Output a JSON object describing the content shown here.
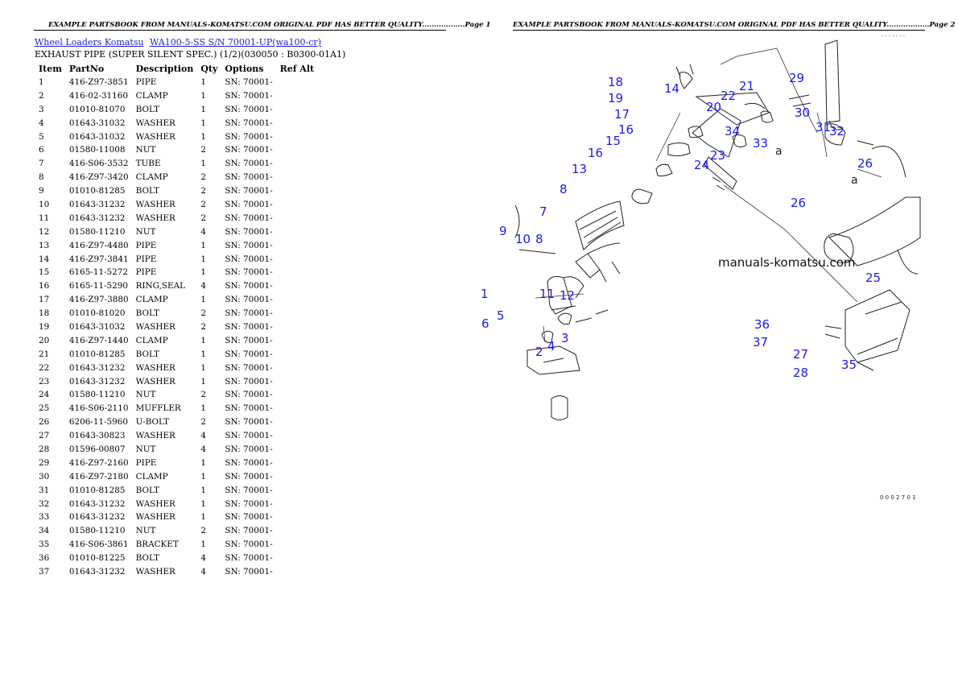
{
  "left_page": {
    "header": "EXAMPLE PARTSBOOK FROM MANUALS-KOMATSU.COM ORIGINAL PDF HAS BETTER QUALITY..................Page 1",
    "breadcrumb": [
      "Wheel Loaders Komatsu",
      "WA100-5-SS S/N 70001-UP(wa100-cr)"
    ],
    "subtitle": "EXHAUST PIPE (SUPER SILENT SPEC.) (1/2)(030050 : B0300-01A1)",
    "columns": [
      "Item",
      "PartNo",
      "Description",
      "Qty",
      "Options",
      "Ref Alt"
    ],
    "rows": [
      [
        "1",
        "416-Z97-3851",
        "PIPE",
        "1",
        "SN: 70001-"
      ],
      [
        "2",
        "416-02-31160",
        "CLAMP",
        "1",
        "SN: 70001-"
      ],
      [
        "3",
        "01010-81070",
        "BOLT",
        "1",
        "SN: 70001-"
      ],
      [
        "4",
        "01643-31032",
        "WASHER",
        "1",
        "SN: 70001-"
      ],
      [
        "5",
        "01643-31032",
        "WASHER",
        "1",
        "SN: 70001-"
      ],
      [
        "6",
        "01580-11008",
        "NUT",
        "2",
        "SN: 70001-"
      ],
      [
        "7",
        "416-S06-3532",
        "TUBE",
        "1",
        "SN: 70001-"
      ],
      [
        "8",
        "416-Z97-3420",
        "CLAMP",
        "2",
        "SN: 70001-"
      ],
      [
        "9",
        "01010-81285",
        "BOLT",
        "2",
        "SN: 70001-"
      ],
      [
        "10",
        "01643-31232",
        "WASHER",
        "2",
        "SN: 70001-"
      ],
      [
        "11",
        "01643-31232",
        "WASHER",
        "2",
        "SN: 70001-"
      ],
      [
        "12",
        "01580-11210",
        "NUT",
        "4",
        "SN: 70001-"
      ],
      [
        "13",
        "416-Z97-4480",
        "PIPE",
        "1",
        "SN: 70001-"
      ],
      [
        "14",
        "416-Z97-3841",
        "PIPE",
        "1",
        "SN: 70001-"
      ],
      [
        "15",
        "6165-11-5272",
        "PIPE",
        "1",
        "SN: 70001-"
      ],
      [
        "16",
        "6165-11-5290",
        "RING,SEAL",
        "4",
        "SN: 70001-"
      ],
      [
        "17",
        "416-Z97-3880",
        "CLAMP",
        "1",
        "SN: 70001-"
      ],
      [
        "18",
        "01010-81020",
        "BOLT",
        "2",
        "SN: 70001-"
      ],
      [
        "19",
        "01643-31032",
        "WASHER",
        "2",
        "SN: 70001-"
      ],
      [
        "20",
        "416-Z97-1440",
        "CLAMP",
        "1",
        "SN: 70001-"
      ],
      [
        "21",
        "01010-81285",
        "BOLT",
        "1",
        "SN: 70001-"
      ],
      [
        "22",
        "01643-31232",
        "WASHER",
        "1",
        "SN: 70001-"
      ],
      [
        "23",
        "01643-31232",
        "WASHER",
        "1",
        "SN: 70001-"
      ],
      [
        "24",
        "01580-11210",
        "NUT",
        "2",
        "SN: 70001-"
      ],
      [
        "25",
        "416-S06-2110",
        "MUFFLER",
        "1",
        "SN: 70001-"
      ],
      [
        "26",
        "6206-11-5960",
        "U-BOLT",
        "2",
        "SN: 70001-"
      ],
      [
        "27",
        "01643-30823",
        "WASHER",
        "4",
        "SN: 70001-"
      ],
      [
        "28",
        "01596-00807",
        "NUT",
        "4",
        "SN: 70001-"
      ],
      [
        "29",
        "416-Z97-2160",
        "PIPE",
        "1",
        "SN: 70001-"
      ],
      [
        "30",
        "416-Z97-2180",
        "CLAMP",
        "1",
        "SN: 70001-"
      ],
      [
        "31",
        "01010-81285",
        "BOLT",
        "1",
        "SN: 70001-"
      ],
      [
        "32",
        "01643-31232",
        "WASHER",
        "1",
        "SN: 70001-"
      ],
      [
        "33",
        "01643-31232",
        "WASHER",
        "1",
        "SN: 70001-"
      ],
      [
        "34",
        "01580-11210",
        "NUT",
        "2",
        "SN: 70001-"
      ],
      [
        "35",
        "416-S06-3861",
        "BRACKET",
        "1",
        "SN: 70001-"
      ],
      [
        "36",
        "01010-81225",
        "BOLT",
        "4",
        "SN: 70001-"
      ],
      [
        "37",
        "01643-31232",
        "WASHER",
        "4",
        "SN: 70001-"
      ]
    ]
  },
  "right_page": {
    "header": "EXAMPLE PARTSBOOK FROM MANUALS-KOMATSU.COM ORIGINAL PDF HAS BETTER QUALITY..................Page 2",
    "watermark": "manuals-komatsu.com",
    "detail_label": "a",
    "corner_code_top": "· · · · · · ·",
    "corner_code_bottom": "0 0 0 2 7 0 1",
    "callouts": [
      "1",
      "2",
      "3",
      "4",
      "5",
      "6",
      "7",
      "8",
      "8",
      "9",
      "10",
      "11",
      "12",
      "13",
      "14",
      "15",
      "16",
      "16",
      "17",
      "18",
      "19",
      "20",
      "21",
      "22",
      "23",
      "24",
      "25",
      "26",
      "26",
      "27",
      "28",
      "29",
      "30",
      "31",
      "32",
      "33",
      "34",
      "35",
      "36",
      "37"
    ],
    "accent_color": "#1a1aee"
  }
}
